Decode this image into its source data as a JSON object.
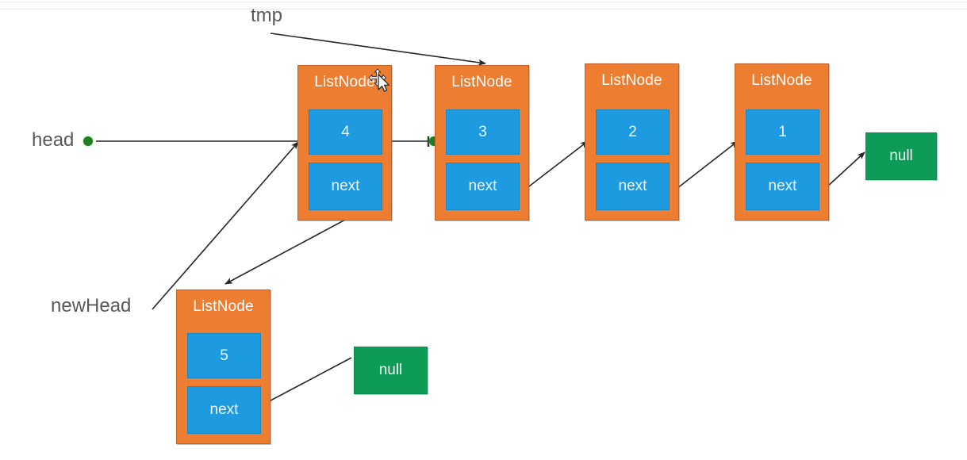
{
  "diagram": {
    "title_visible": false,
    "type": "linked-list-pointer-diagram",
    "colors": {
      "node_fill": "#ED7D31",
      "cell_fill": "#1E9BE0",
      "null_fill": "#0E9B58",
      "label_text": "#595959",
      "pointer_dot": "#207D20",
      "arrow": "#262626"
    },
    "variables": [
      {
        "name": "head-variable",
        "label": "head"
      },
      {
        "name": "tmp-variable",
        "label": "tmp"
      },
      {
        "name": "newhead-variable",
        "label": "newHead"
      }
    ],
    "nodes": [
      {
        "id": "node-4",
        "title": "ListNode",
        "value": "4",
        "next_label": "next"
      },
      {
        "id": "node-3",
        "title": "ListNode",
        "value": "3",
        "next_label": "next"
      },
      {
        "id": "node-2",
        "title": "ListNode",
        "value": "2",
        "next_label": "next"
      },
      {
        "id": "node-1",
        "title": "ListNode",
        "value": "1",
        "next_label": "next"
      },
      {
        "id": "node-5",
        "title": "ListNode",
        "value": "5",
        "next_label": "next"
      }
    ],
    "terminators": [
      {
        "id": "null-right",
        "label": "null"
      },
      {
        "id": "null-bottom",
        "label": "null"
      }
    ],
    "cursor": {
      "name": "move-cursor",
      "shape": "move-and-pointer"
    }
  }
}
